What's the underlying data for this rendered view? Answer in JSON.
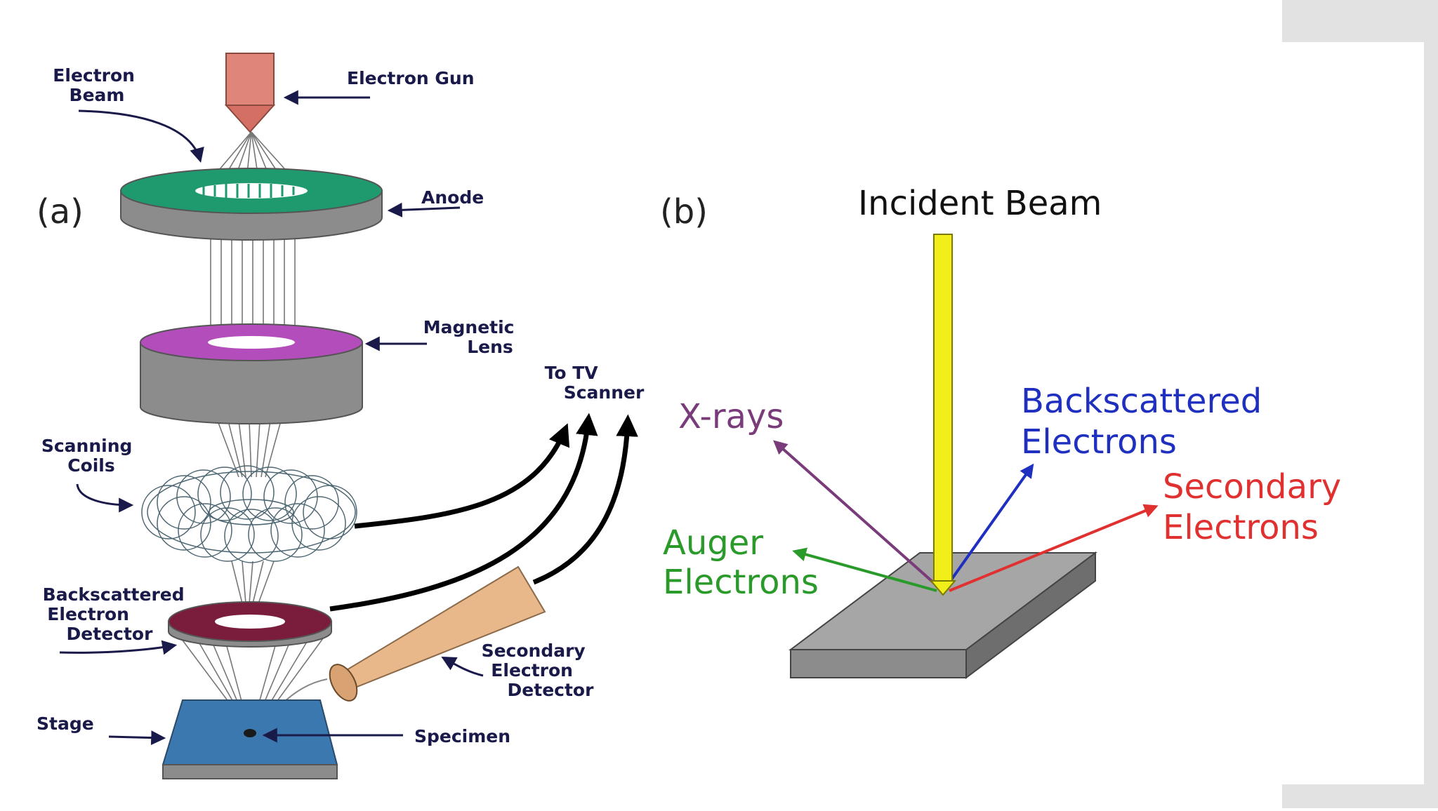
{
  "panel_a": {
    "tag": "(a)",
    "labels": {
      "electron_beam": [
        "Electron",
        "Beam"
      ],
      "electron_gun": "Electron Gun",
      "anode": "Anode",
      "magnetic_lens": [
        "Magnetic",
        "Lens"
      ],
      "to_tv_scanner": [
        "To TV",
        "Scanner"
      ],
      "scanning_coils": [
        "Scanning",
        "Coils"
      ],
      "backscattered_detector": [
        "Backscattered",
        "Electron",
        "Detector"
      ],
      "secondary_detector": [
        "Secondary",
        "Electron",
        "Detector"
      ],
      "stage": "Stage",
      "specimen": "Specimen"
    }
  },
  "panel_b": {
    "tag": "(b)",
    "labels": {
      "incident_beam": "Incident Beam",
      "x_rays": "X-rays",
      "backscattered": [
        "Backscattered",
        "Electrons"
      ],
      "secondary": [
        "Secondary",
        "Electrons"
      ],
      "auger": [
        "Auger",
        "Electrons"
      ]
    },
    "colors": {
      "incident_beam": "#f2ee1a",
      "x_rays": "#7a3b7a",
      "backscattered": "#1f2fbf",
      "secondary": "#e03030",
      "auger": "#2a9a2a"
    }
  },
  "colors": {
    "label_navy": "#1a1a4a",
    "gun": "#e0857a",
    "anode_top": "#1f9a6e",
    "lens_top": "#b34dbb",
    "detector_top": "#7a1c3b",
    "secondary_detector": "#e8b88a",
    "stage": "#3b78b0",
    "body_grey": "#8c8c8c",
    "frame_grey": "#e2e2e2"
  }
}
